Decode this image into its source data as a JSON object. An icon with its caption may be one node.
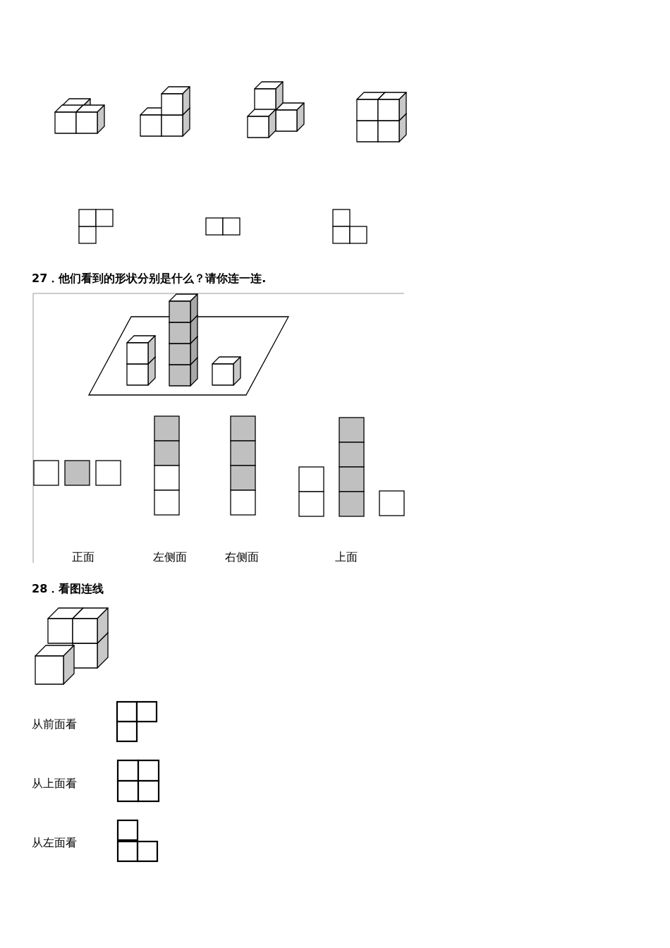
{
  "diagram": {
    "labels": [
      "27．他们看到的形状分别是什么？请你连一连.",
      "正面",
      "左侧面",
      "右侧面",
      "上面",
      "28．看图连线",
      "从前面看",
      "从上面看",
      "从左面看"
    ]
  }
}
